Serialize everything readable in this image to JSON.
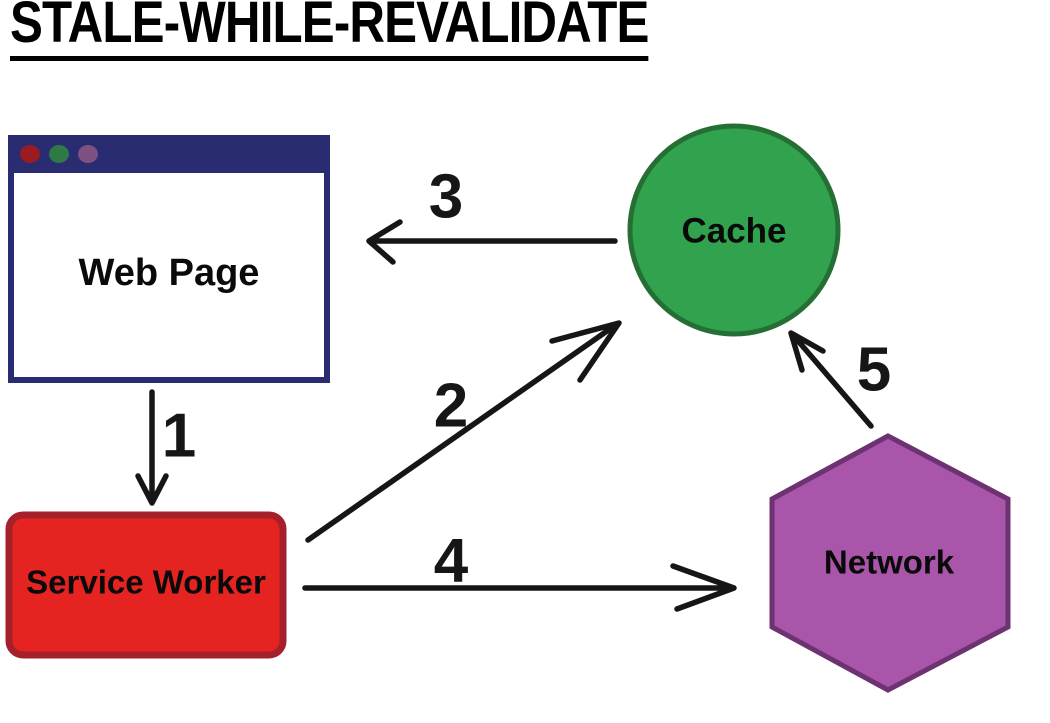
{
  "title": "STALE-WHILE-REVALIDATE",
  "nodes": {
    "web_page": {
      "label": "Web Page",
      "shape": "browser-window",
      "fill": "#ffffff",
      "accent": "#2a2c72"
    },
    "service_worker": {
      "label": "Service Worker",
      "shape": "rounded-rectangle",
      "fill": "#e52421",
      "border": "#a5202a"
    },
    "cache": {
      "label": "Cache",
      "shape": "circle",
      "fill": "#31a24e",
      "border": "#266f34"
    },
    "network": {
      "label": "Network",
      "shape": "hexagon",
      "fill": "#a855aa",
      "border": "#6d3272"
    }
  },
  "window_dots": [
    "#9b1b21",
    "#2d7a47",
    "#7e5183"
  ],
  "arrows": [
    {
      "label": "1",
      "from": "Web Page",
      "to": "Service Worker"
    },
    {
      "label": "2",
      "from": "Service Worker",
      "to": "Cache"
    },
    {
      "label": "3",
      "from": "Cache",
      "to": "Web Page"
    },
    {
      "label": "4",
      "from": "Service Worker",
      "to": "Network"
    },
    {
      "label": "5",
      "from": "Network",
      "to": "Cache"
    }
  ],
  "arrow_color": "#161616"
}
